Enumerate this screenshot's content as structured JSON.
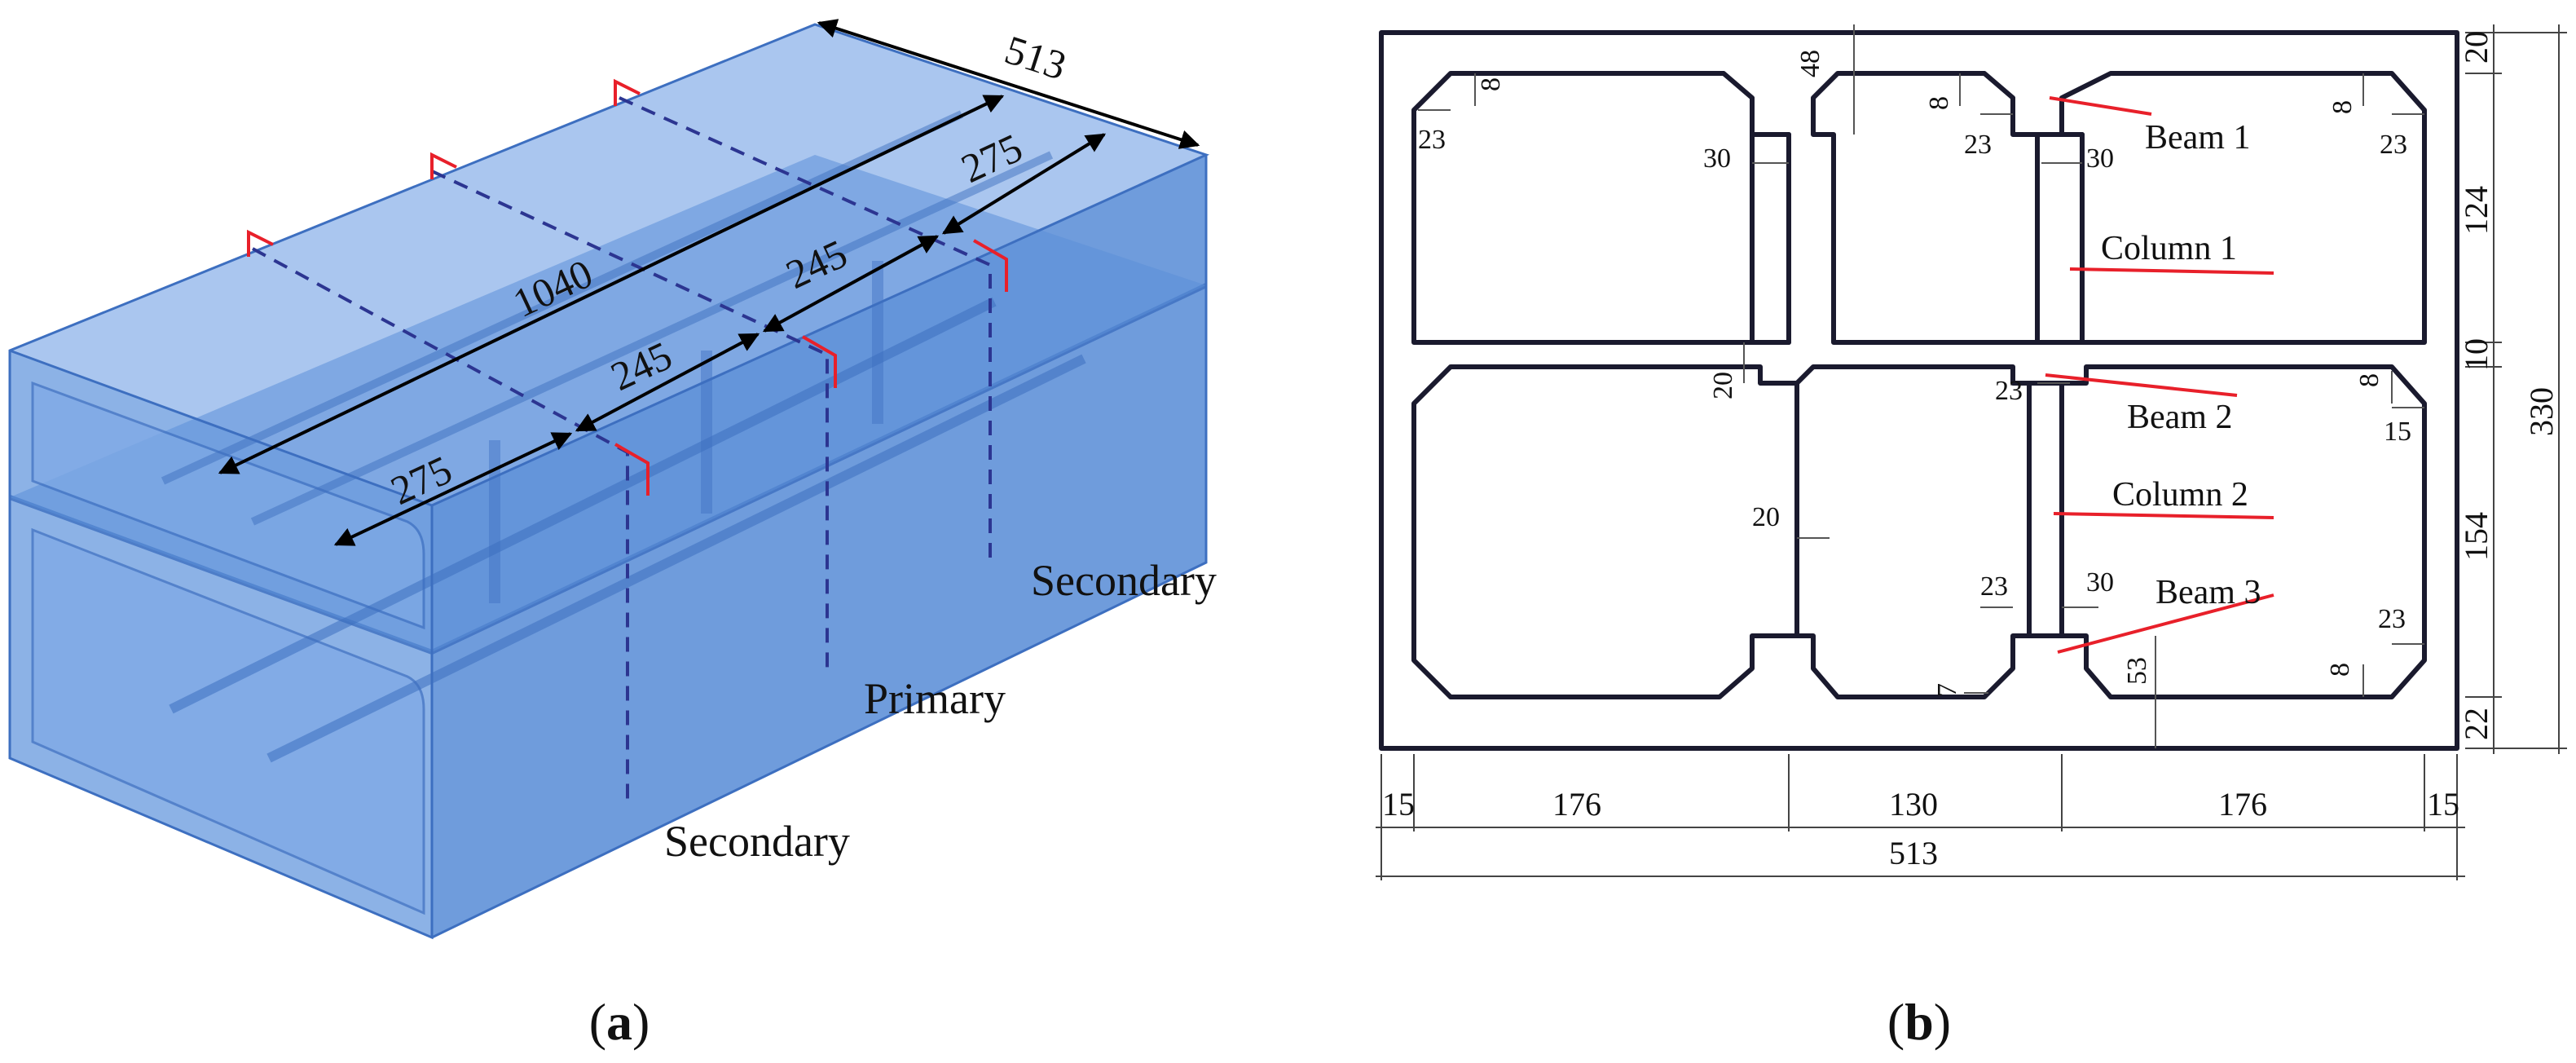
{
  "panel_a": {
    "label_open": "(",
    "label_letter": "a",
    "label_close": ")",
    "width_dim": "513",
    "length_dim": "1040",
    "segment_dims": [
      "275",
      "245",
      "245",
      "275"
    ],
    "section_labels": [
      "Secondary",
      "Primary",
      "Secondary"
    ],
    "colors": {
      "box_fill": "#5b8fd8",
      "box_edge": "#3d6fc0",
      "section_mark": "#e8202a",
      "dash": "#2c3591"
    }
  },
  "panel_b": {
    "label_open": "(",
    "label_letter": "b",
    "label_close": ")",
    "member_labels": [
      "Beam 1",
      "Column 1",
      "Beam 2",
      "Column 2",
      "Beam 3"
    ],
    "right_dims": [
      "20",
      "124",
      "10",
      "154",
      "22"
    ],
    "total_height": "330",
    "bottom_dims": [
      "15",
      "176",
      "130",
      "176",
      "15"
    ],
    "total_width": "513",
    "detail_dims": {
      "top_left_chamfer_small": "8",
      "top_left_chamfer": "23",
      "top_slab_web": "48",
      "col1_width_left": "30",
      "beam1_chamfer_small": "8",
      "beam1_chamfer": "23",
      "col1_width_right": "30",
      "top_right_chamfer_small": "8",
      "top_right_chamfer": "23",
      "beam2_depth": "20",
      "beam2_chamfer": "23",
      "bot_right_chamfer_small": "8",
      "bot_right_chamfer_top": "15",
      "col2_width": "20",
      "beam3_chamfer_left": "23",
      "beam3_width": "30",
      "beam3_small": "7",
      "bot_right_chamfer": "23",
      "bot_right_small": "8",
      "beam3_height": "53"
    },
    "colors": {
      "outline": "#1a1a2e",
      "leader": "#e8202a",
      "dim_line": "#444444"
    }
  }
}
